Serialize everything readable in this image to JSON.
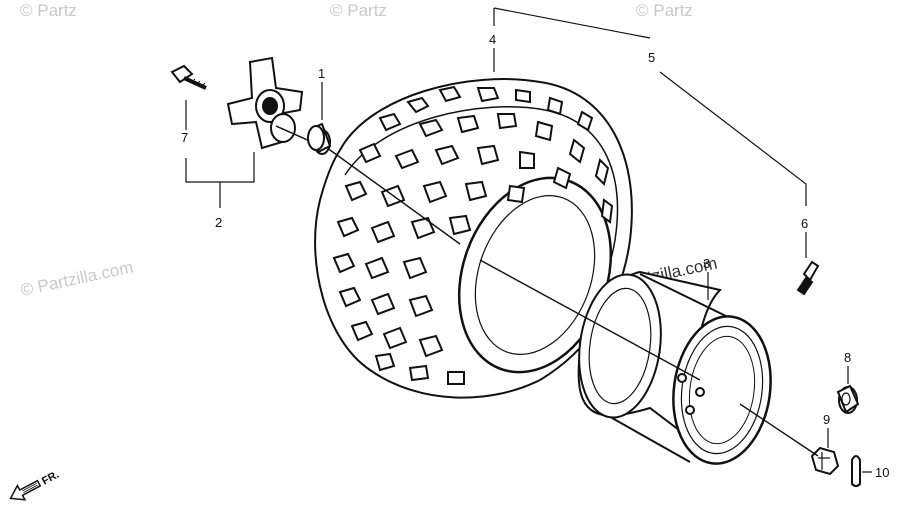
{
  "callouts": {
    "c1": "1",
    "c2": "2",
    "c3": "3",
    "c4": "4",
    "c5": "5",
    "c6": "6",
    "c7": "7",
    "c8": "8",
    "c9": "9",
    "c10": "10"
  },
  "watermark": {
    "brand": "© Partzilla.com",
    "brand_partial": "© Partz",
    "brand_partial_2": "© Partz",
    "brand_partial_3": "© Partz"
  },
  "direction": {
    "label": "FR."
  },
  "colors": {
    "ink": "#111111",
    "watermark": "#c9c9c9"
  }
}
